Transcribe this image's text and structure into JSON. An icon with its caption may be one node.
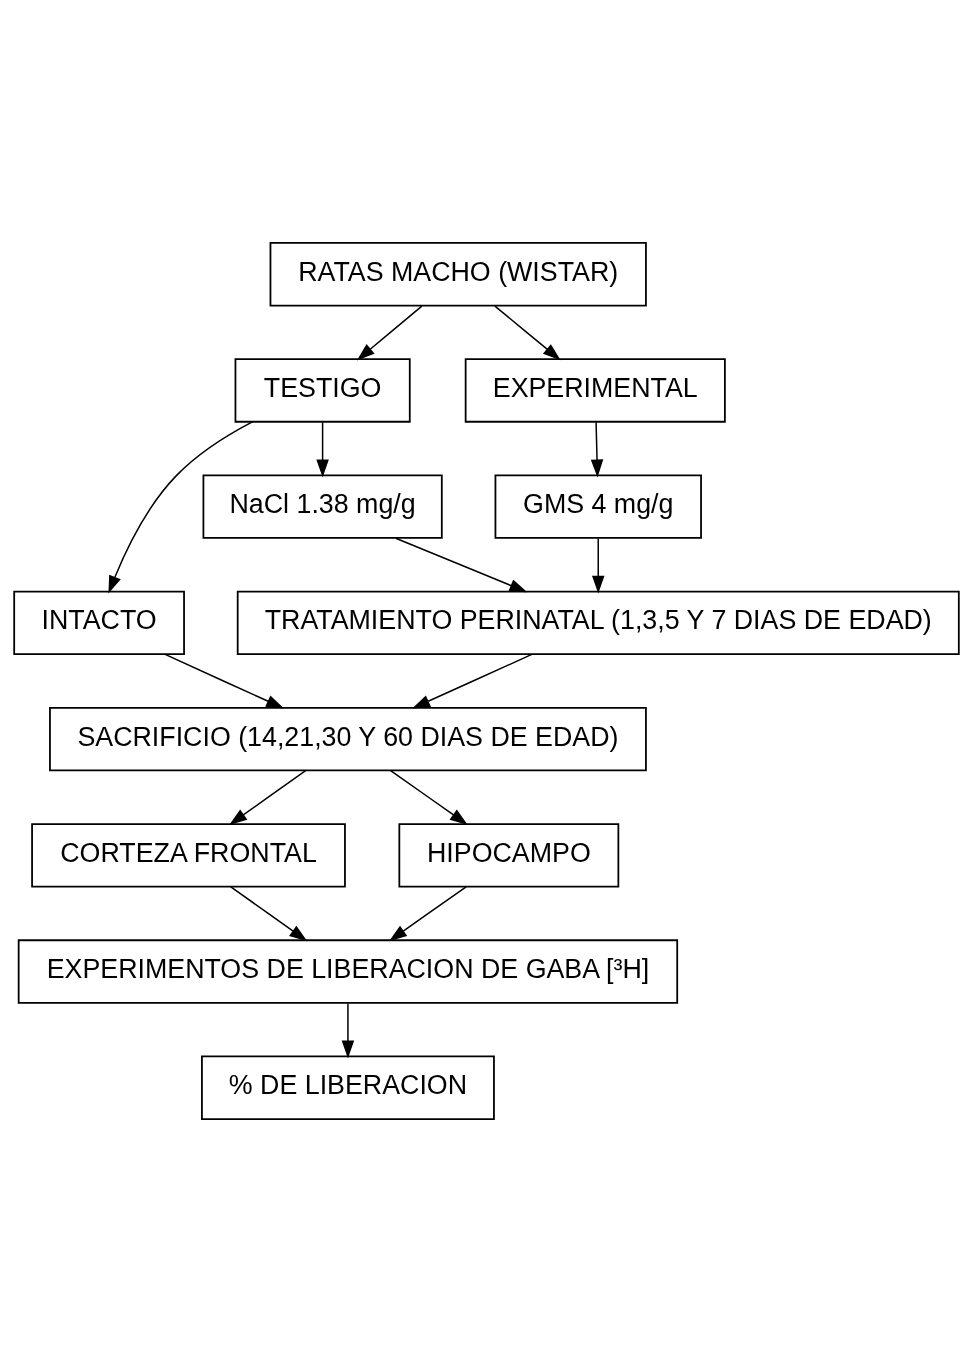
{
  "diagram": {
    "nodes": [
      {
        "text": [
          "RATAS MACHO (WISTAR)"
        ]
      },
      {
        "text": [
          "TESTIGO"
        ]
      },
      {
        "text": [
          "EXPERIMENTAL"
        ]
      },
      {
        "text": [
          "INTACTO"
        ]
      },
      {
        "text": [
          "NaCl 1.38 mg/g"
        ]
      },
      {
        "text": [
          "GMS 4 mg/g"
        ]
      },
      {
        "text": [
          "TRATAMIENTO PERINATAL (1,3,5 Y 7 DIAS DE EDAD)"
        ]
      },
      {
        "text": [
          "SACRIFICIO (14,21,30 Y 60 DIAS DE EDAD)"
        ]
      },
      {
        "text": [
          "CORTEZA FRONTAL"
        ]
      },
      {
        "text": [
          "HIPOCAMPO"
        ]
      },
      {
        "text": [
          "EXPERIMENTOS DE LIBERACION DE GABA [³H]"
        ]
      },
      {
        "text": [
          "% DE LIBERACION"
        ]
      }
    ],
    "edges": [
      {
        "from": 0,
        "to": 1,
        "arrow": "to"
      },
      {
        "from": 0,
        "to": 2,
        "arrow": "to"
      },
      {
        "from": 1,
        "to": 3,
        "arrow": "to"
      },
      {
        "from": 1,
        "to": 4,
        "arrow": "to"
      },
      {
        "from": 2,
        "to": 5,
        "arrow": "to"
      },
      {
        "from": 4,
        "to": 6,
        "arrow": "to"
      },
      {
        "from": 5,
        "to": 6,
        "arrow": "to"
      },
      {
        "from": 3,
        "to": 7,
        "arrow": "to"
      },
      {
        "from": 6,
        "to": 7,
        "arrow": "to"
      },
      {
        "from": 7,
        "to": 8,
        "arrow": "to"
      },
      {
        "from": 7,
        "to": 9,
        "arrow": "to"
      },
      {
        "from": 8,
        "to": 10,
        "arrow": "to"
      },
      {
        "from": 9,
        "to": 10,
        "arrow": "to"
      },
      {
        "from": 10,
        "to": 11,
        "arrow": "to"
      }
    ]
  }
}
